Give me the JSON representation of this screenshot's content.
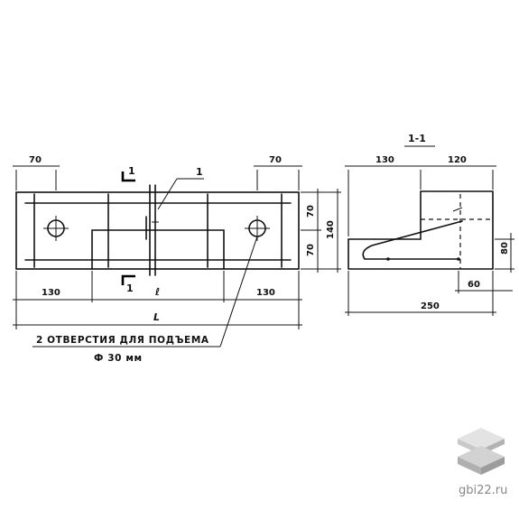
{
  "plan": {
    "dims_top": [
      "70",
      "70"
    ],
    "dims_bottom": [
      "130",
      "ℓ",
      "130"
    ],
    "overall": "L",
    "section_marks": [
      "1",
      "1"
    ],
    "callout": "1",
    "dims_right": [
      "70",
      "70",
      "140"
    ]
  },
  "section": {
    "title": "1-1",
    "dims_top": [
      "130",
      "120"
    ],
    "dims_right": [
      "80",
      "60"
    ],
    "overall": "250"
  },
  "note": {
    "line1": "2 ОТВЕРСТИЯ ДЛЯ ПОДЪЕМА",
    "line2": "Ф 30 мм"
  },
  "watermark": {
    "site": "gbi22.ru",
    "colors": {
      "top": "#d9d9d9",
      "bottom": "#a8a8a8",
      "mid": "#ffffff"
    }
  }
}
